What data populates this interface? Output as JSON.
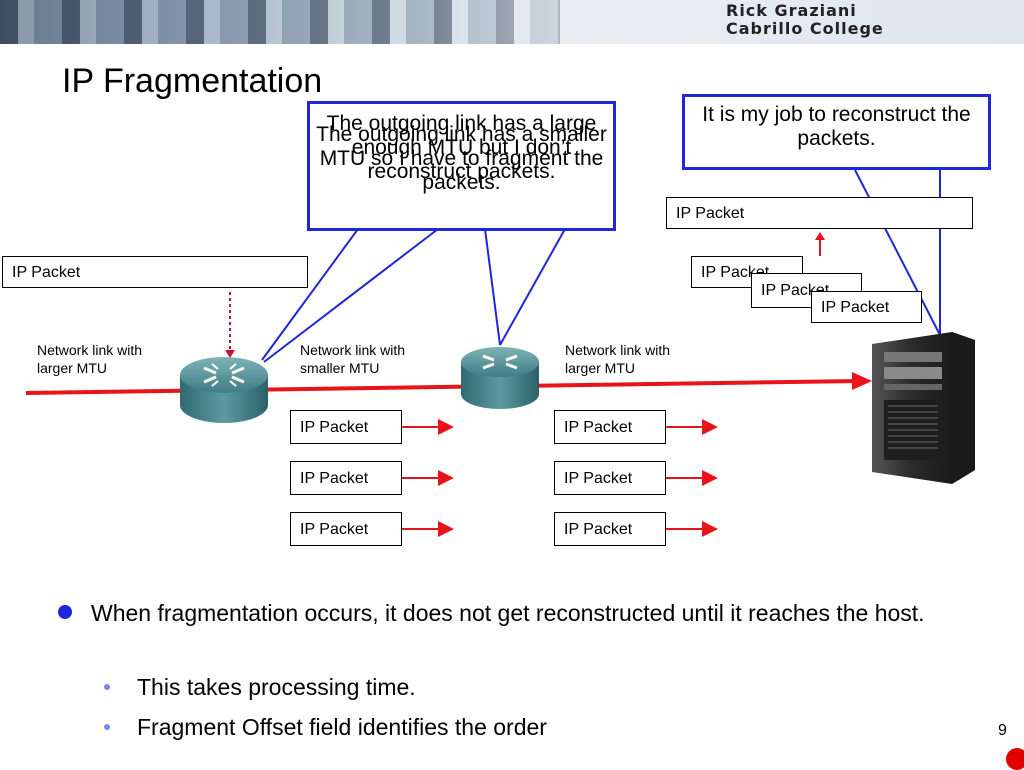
{
  "header": {
    "author_line1": "Rick Graziani",
    "author_line2": "Cabrillo College"
  },
  "slide": {
    "title": "IP Fragmentation",
    "page_number": "9"
  },
  "callouts": {
    "middle_text_a": "The outgoing link has a large enough MTU but I don’t reconstruct packets.",
    "middle_text_b": "The outgoing link has a smaller MTU so I have to fragment the packets.",
    "host_text": "It is my job to reconstruct the packets."
  },
  "links": {
    "link1": [
      "Network link with",
      "larger MTU"
    ],
    "link2": [
      "Network link with",
      "smaller MTU"
    ],
    "link3": [
      "Network link with",
      "larger MTU"
    ]
  },
  "packets": {
    "label": "IP Packet"
  },
  "bullets": {
    "main": "When fragmentation occurs, it does not get reconstructed until it reaches the host.",
    "sub": [
      "This takes processing time.",
      "Fragment Offset field identifies the order"
    ]
  },
  "colors": {
    "accent_blue": "#1f27d8",
    "link_red": "#e8141a",
    "router_teal": "#4f8f95"
  },
  "icons": [
    "router-icon",
    "server-icon",
    "arrow-right-icon",
    "arrow-up-icon"
  ]
}
